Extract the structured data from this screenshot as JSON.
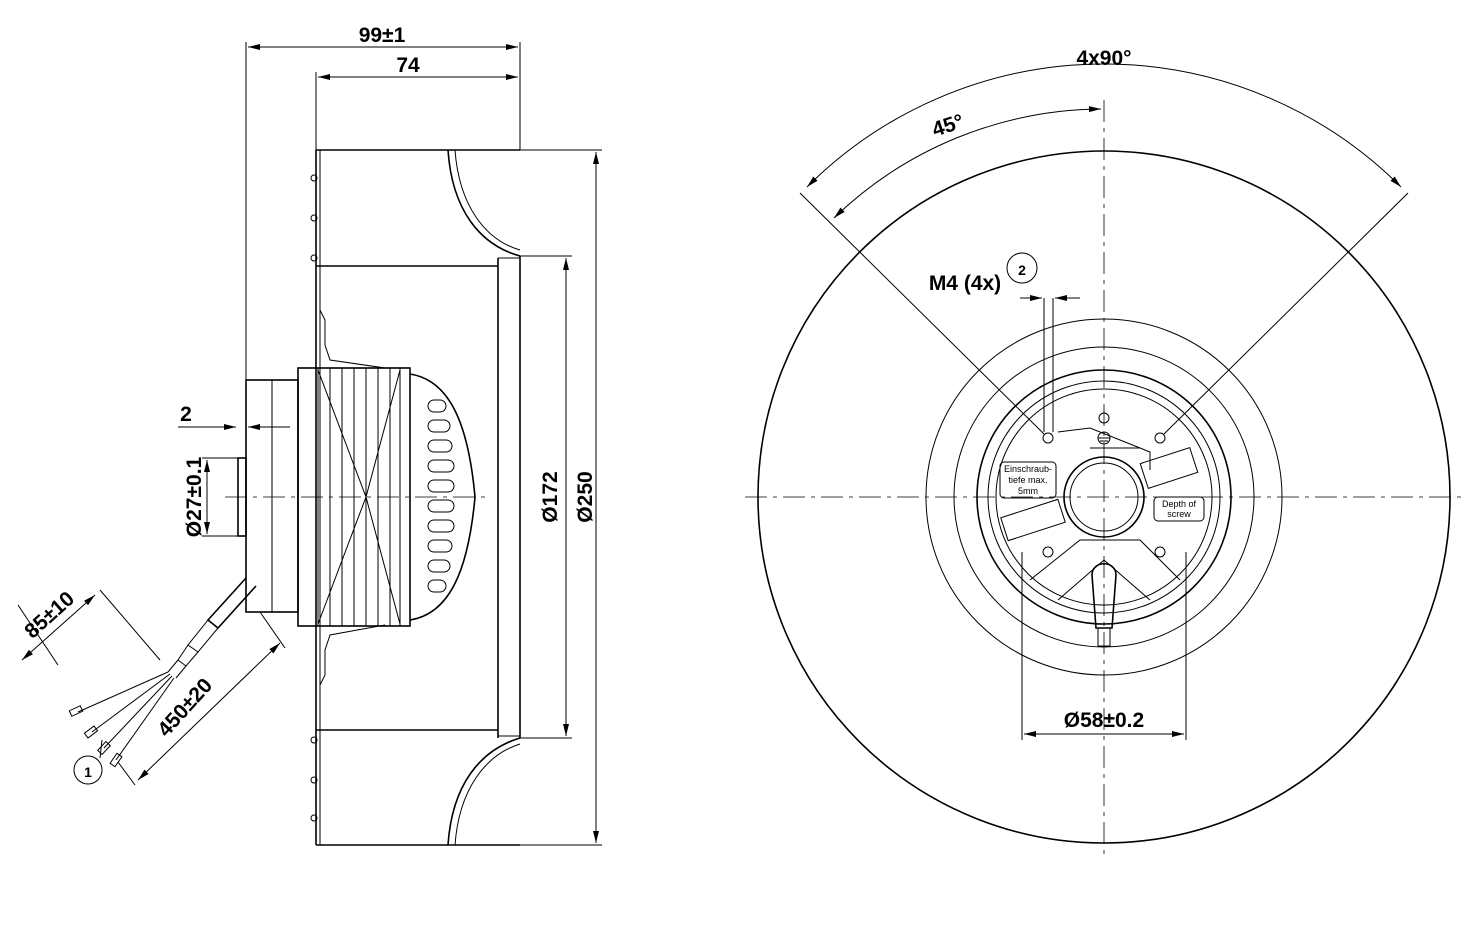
{
  "side_view": {
    "dim_total_depth": "99±1",
    "dim_impeller_depth": "74",
    "dim_offset": "2",
    "dim_hub_diameter": "Ø27±0.1",
    "dim_inner_diameter": "Ø172",
    "dim_outer_diameter": "Ø250",
    "dim_lead_short": "85±10",
    "dim_lead_long": "450±20",
    "callout_1": "1"
  },
  "front_view": {
    "dim_angle_pattern": "4x90°",
    "dim_angle_offset": "45°",
    "thread_spec": "M4 (4x)",
    "callout_2": "2",
    "label_de_line1": "Einschraub-",
    "label_de_line2": "tiefe max.",
    "label_de_line3": "5mm",
    "label_en_line1": "Depth of",
    "label_en_line2": "screw",
    "dim_bolt_circle": "Ø58±0.2"
  }
}
